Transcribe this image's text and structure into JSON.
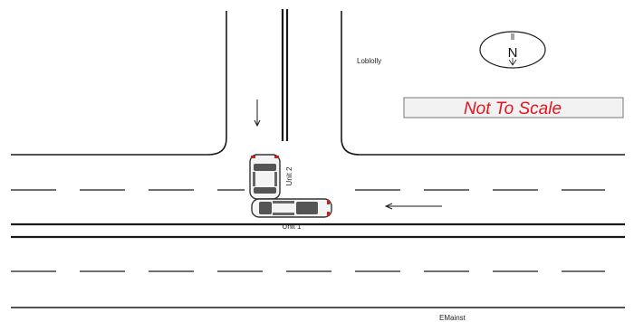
{
  "labels": {
    "side_street": "Loblolly",
    "main_street": "EMainst",
    "unit1": "Unit 1",
    "unit2": "Unit 2"
  },
  "compass": {
    "letter": "N"
  },
  "scale_note": {
    "text": "Not To Scale"
  },
  "colors": {
    "road_line": "#1a1a1a",
    "scale_text": "#e8141c",
    "car_body": "#f4f4f4",
    "car_glass": "#555555",
    "car_outline": "#333333",
    "tail_light": "#cc1f1f"
  }
}
